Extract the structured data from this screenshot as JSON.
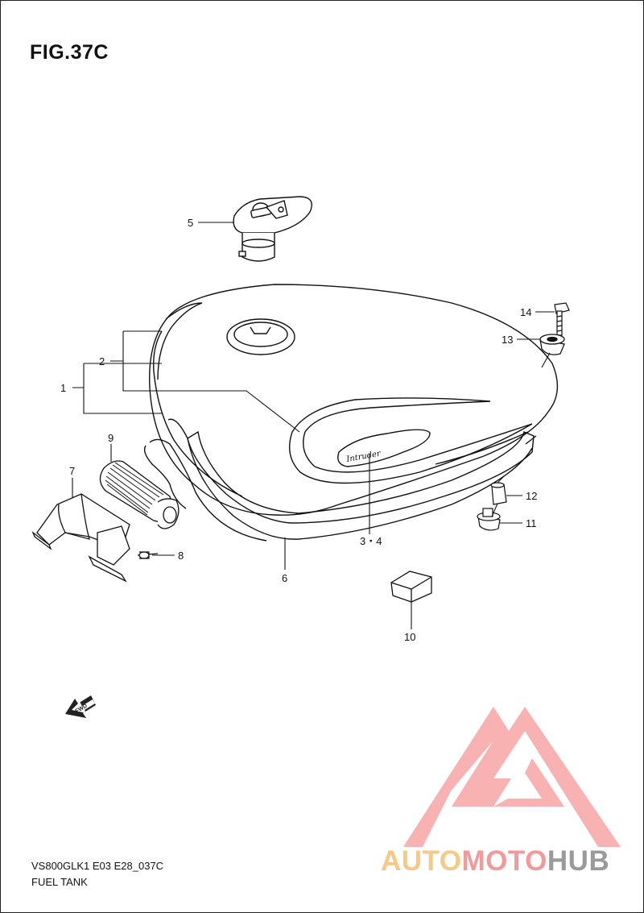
{
  "figure": {
    "title": "FIG.37C",
    "model_code": "VS800GLK1 E03 E28_037C",
    "name": "FUEL TANK"
  },
  "callouts": {
    "c1": "1",
    "c2": "2",
    "c3_4": "3・4",
    "c5": "5",
    "c6": "6",
    "c7": "7",
    "c8": "8",
    "c9": "9",
    "c10": "10",
    "c11": "11",
    "c12": "12",
    "c13": "13",
    "c14": "14"
  },
  "emblem_script": "Intruder",
  "fwd_label": "FWD",
  "watermark": {
    "part_a": "AUTO",
    "part_b": "MOTO",
    "part_c": "HUB",
    "colors": {
      "auto": "#f6c987",
      "moto": "#f29a9a",
      "hub": "#9a9a9a",
      "logo": "#f7a5a5"
    }
  }
}
